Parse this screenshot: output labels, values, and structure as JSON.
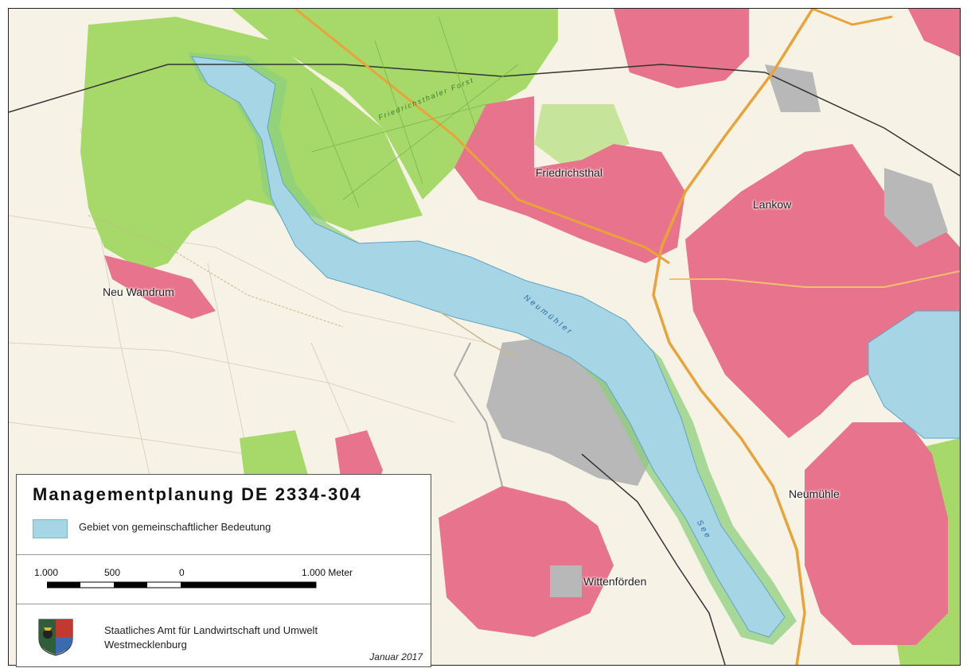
{
  "map": {
    "places": {
      "friedrichsthal": "Friedrichsthal",
      "lankow": "Lankow",
      "neu_wandrum": "Neu Wandrum",
      "neumuehle": "Neumühle",
      "wittenfoerden": "Wittenförden"
    },
    "water_label": "Neumühler",
    "water_label_2": "See",
    "forest_label": "Friedrichsthaler Forst"
  },
  "legend": {
    "title": "Managementplanung DE 2334-304",
    "area_label": "Gebiet von gemeinschaftlicher Bedeutung",
    "area_color": "#a6d6e6",
    "scale": {
      "labels": [
        "1.000",
        "500",
        "0",
        "1.000 Meter"
      ]
    },
    "agency_line1": "Staatliches Amt für Landwirtschaft und Umwelt",
    "agency_line2": "Westmecklenburg",
    "date": "Januar 2017",
    "logo": "coat-of-arms-icon"
  },
  "colors": {
    "settlement": "#e8738c",
    "forest": "#a6d96a",
    "water": "#a6d6e6",
    "industrial": "#b8b8b8",
    "background": "#f6f3e6",
    "road": "#e8a33a"
  }
}
